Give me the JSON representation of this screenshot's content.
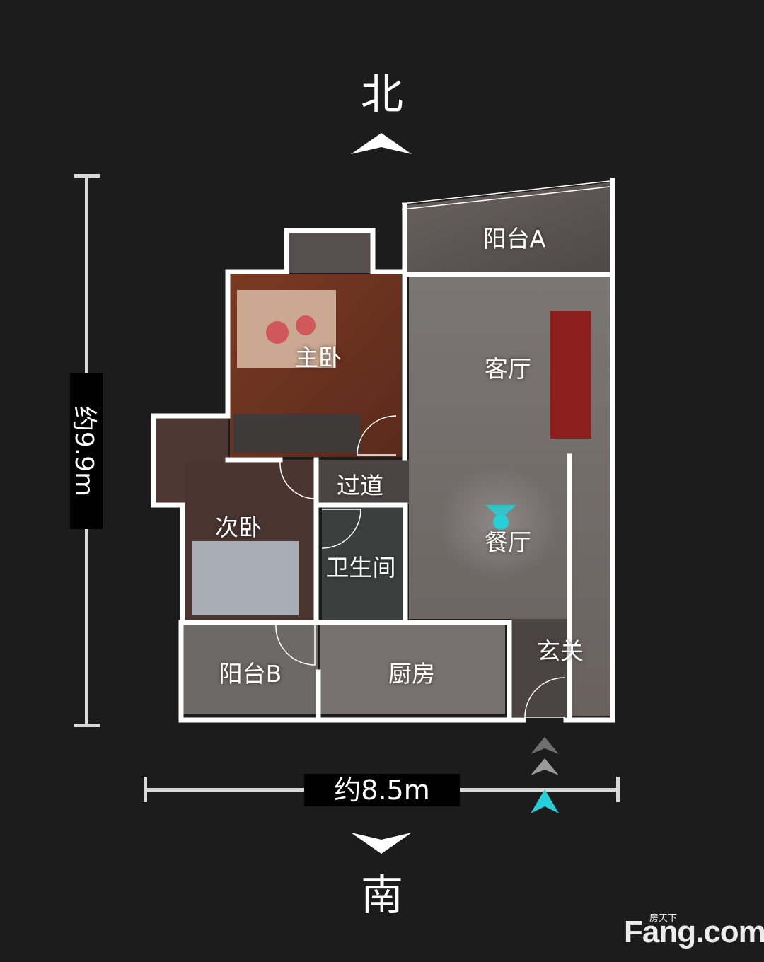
{
  "compass": {
    "north": "北",
    "south": "南"
  },
  "dimensions": {
    "height_label": "约9.9m",
    "width_label": "约8.5m"
  },
  "rooms": {
    "balcony_a": "阳台A",
    "master_bedroom": "主卧",
    "living_room": "客厅",
    "hallway": "过道",
    "second_bedroom": "次卧",
    "dining_room": "餐厅",
    "bathroom": "卫生间",
    "entrance": "玄关",
    "balcony_b": "阳台B",
    "kitchen": "厨房"
  },
  "watermark": {
    "brand": "Fang.com",
    "brand_cn": "房天下"
  },
  "colors": {
    "background": "#1c1c1d",
    "wall": "#ffffff",
    "marker": "#25d0d8"
  }
}
